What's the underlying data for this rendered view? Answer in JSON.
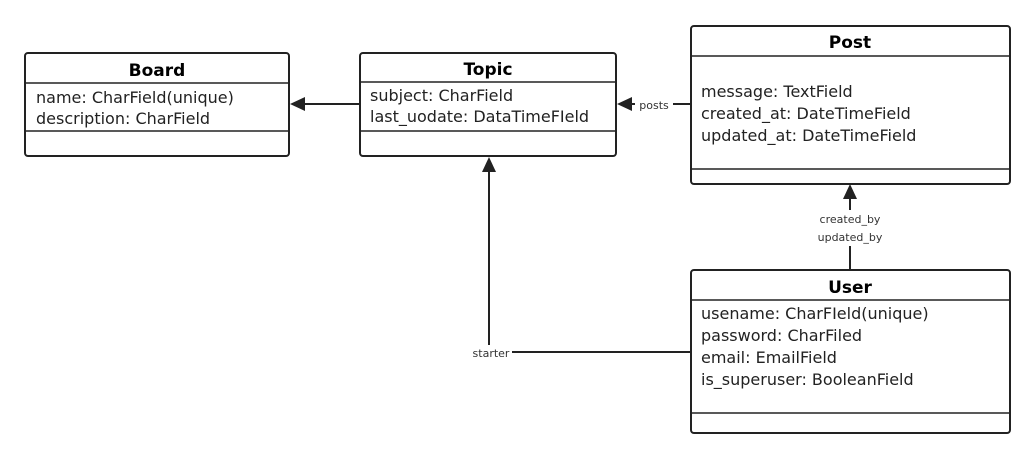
{
  "classes": {
    "board": {
      "name": "Board",
      "attributes": [
        "name: CharField(unique)",
        "description: CharField"
      ]
    },
    "topic": {
      "name": "Topic",
      "attributes": [
        "subject: CharField",
        "last_uodate: DataTimeFIeld"
      ]
    },
    "post": {
      "name": "Post",
      "attributes": [
        "message: TextField",
        "created_at: DateTimeField",
        "updated_at: DateTimeField"
      ]
    },
    "user": {
      "name": "User",
      "attributes": [
        "usename: CharFIeld(unique)",
        "password: CharFiled",
        "email: EmailField",
        "is_superuser: BooleanField"
      ]
    }
  },
  "relations": {
    "topic_board": "",
    "post_topic": "posts",
    "user_post_1": "created_by",
    "user_post_2": "updated_by",
    "user_topic": "starter"
  }
}
